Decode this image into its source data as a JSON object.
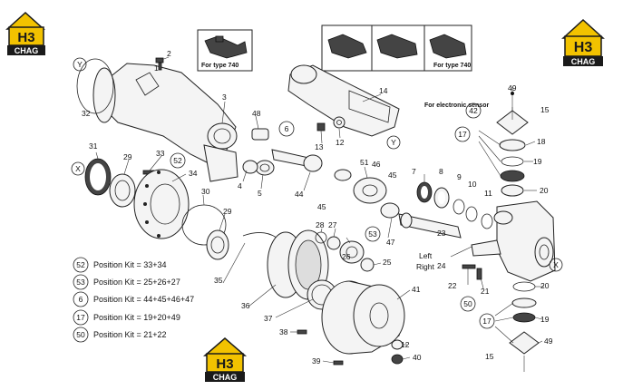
{
  "logos": {
    "text_main": "H3",
    "text_sub": "CHAG"
  },
  "insets": {
    "type740_left": "For type 740",
    "type740_right": "For type 740",
    "electronic_sensor": "For electronic sensor"
  },
  "letter_markers": {
    "x": "X",
    "y": "Y"
  },
  "labels": {
    "p1": "1",
    "p2": "2",
    "p3": "3",
    "p4": "4",
    "p5": "5",
    "p7": "7",
    "p8": "8",
    "p9": "9",
    "p10": "10",
    "p11": "11",
    "p12a": "12",
    "p12b": "12",
    "p13": "13",
    "p14": "14",
    "p15a": "15",
    "p15b": "15",
    "p18": "18",
    "p19a": "19",
    "p19b": "19",
    "p20a": "20",
    "p20b": "20",
    "p21": "21",
    "p22": "22",
    "p23": "23",
    "p24": "24",
    "p25": "25",
    "p26": "26",
    "p27": "27",
    "p28": "28",
    "p29a": "29",
    "p29b": "29",
    "p30": "30",
    "p31": "31",
    "p32": "32",
    "p33": "33",
    "p34": "34",
    "p35": "35",
    "p36": "36",
    "p37": "37",
    "p38": "38",
    "p39": "39",
    "p40": "40",
    "p41": "41",
    "p44": "44",
    "p45a": "45",
    "p45b": "45",
    "p46": "46",
    "p47": "47",
    "p48": "48",
    "p49a": "49",
    "p49b": "49",
    "p51": "51",
    "left": "Left",
    "right": "Right"
  },
  "callouts": {
    "c52": "52",
    "c53": "53",
    "c6": "6",
    "c17a": "17",
    "c17b": "17",
    "c42": "42",
    "c50": "50"
  },
  "kits": [
    {
      "num": "52",
      "text": "Position Kit = 33+34"
    },
    {
      "num": "53",
      "text": "Position Kit = 25+26+27"
    },
    {
      "num": "6",
      "text": "Position Kit = 44+45+46+47"
    },
    {
      "num": "17",
      "text": "Position Kit = 19+20+49"
    },
    {
      "num": "50",
      "text": "Position Kit = 21+22"
    }
  ],
  "colors": {
    "logo_yellow": "#f2c200",
    "logo_black": "#1a1a1a"
  }
}
